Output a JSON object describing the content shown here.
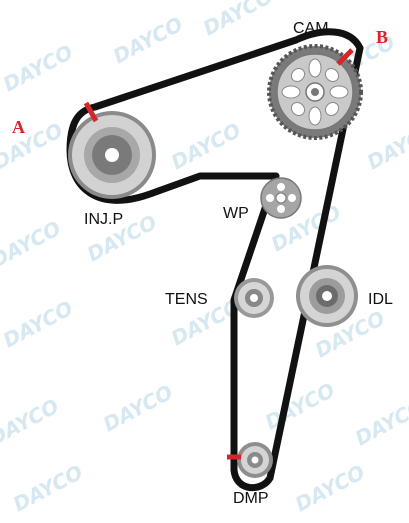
{
  "diagram": {
    "watermark_text": "DAYCO",
    "labels": {
      "cam": "CAM",
      "injp": "INJ.P",
      "wp": "WP",
      "tens": "TENS",
      "idl": "IDL",
      "dmp": "DMP"
    },
    "marks": {
      "a": "A",
      "b": "B"
    },
    "colors": {
      "belt": "#111111",
      "mark": "#d6262a",
      "pulley": "#b9b9b9",
      "pulley_dark": "#6e6e6e",
      "watermark": "#d6e8f2"
    }
  }
}
